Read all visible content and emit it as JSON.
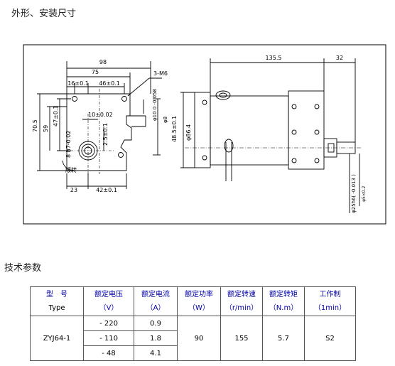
{
  "page": {
    "title_dimensions": "外形、安装尺寸",
    "title_params": "技术参数"
  },
  "drawing": {
    "front": {
      "w98": "98",
      "w75": "75",
      "d16": "16±0.1",
      "d46": "46±0.1",
      "holes": "3-M6",
      "h47": "47±0.1",
      "h59": "59",
      "h70": "70.5",
      "d10": "10±0.02",
      "d6": "φ10 0 -0.058",
      "d2": "2.5±0.1",
      "h48": "48.5±0.1",
      "dsmall": "φ8",
      "b23": "23",
      "b42": "42±0.1",
      "rot": "顺转",
      "dia": "8 h7-0.02"
    },
    "side": {
      "len135": "135.5",
      "len32": "32",
      "d86": "φ86.4",
      "shaft": "φ25h6( -0.013 )",
      "shaft2": "φ5×0.2"
    }
  },
  "table": {
    "headers": [
      {
        "l1": "型　号",
        "l2": "Type"
      },
      {
        "l1": "额定电压",
        "l2": "（V）"
      },
      {
        "l1": "额定电流",
        "l2": "（A）"
      },
      {
        "l1": "额定功率",
        "l2": "（W）"
      },
      {
        "l1": "额定转速",
        "l2": "（r/min）"
      },
      {
        "l1": "额定转矩",
        "l2": "（N.m）"
      },
      {
        "l1": "工作制",
        "l2": "（1min）"
      }
    ],
    "model": "ZYJ64-1",
    "rows": [
      {
        "voltage": "- 220",
        "current": "0.9"
      },
      {
        "voltage": "- 110",
        "current": "1.8"
      },
      {
        "voltage": "- 48",
        "current": "4.1"
      }
    ],
    "power": "90",
    "speed": "155",
    "torque": "5.7",
    "duty": "S2"
  }
}
